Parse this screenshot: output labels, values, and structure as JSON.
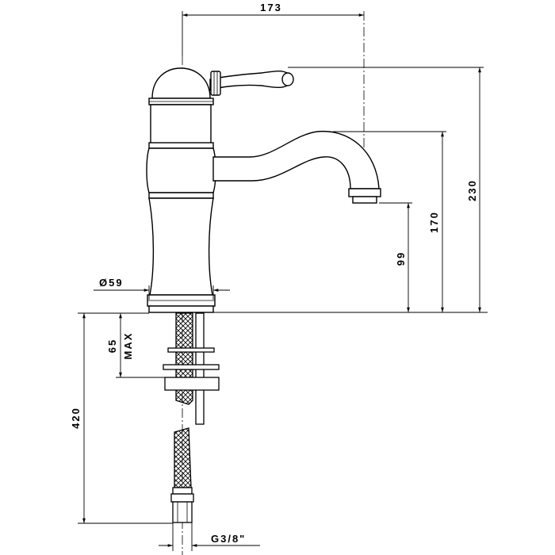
{
  "dimensions": {
    "width": "173",
    "total_height": "230",
    "spout_height": "170",
    "outlet_height": "99",
    "base_diameter": "Ø59",
    "deck_max_value": "65",
    "deck_max_suffix": "MAX",
    "hose_length": "420",
    "connection": "G3/8\""
  },
  "colors": {
    "line": "#000000",
    "background": "#ffffff"
  }
}
